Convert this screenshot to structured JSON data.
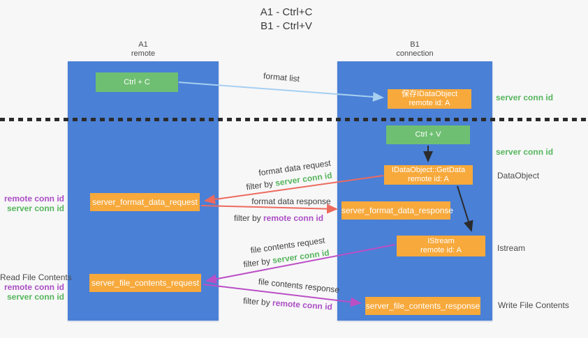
{
  "title": {
    "line1": "A1 - Ctrl+C",
    "line2": "B1 - Ctrl+V"
  },
  "lanes": {
    "a1": {
      "name": "A1",
      "subtitle": "remote"
    },
    "b1": {
      "name": "B1",
      "subtitle": "connection"
    }
  },
  "nodes": {
    "ctrl_c": {
      "label": "Ctrl + C"
    },
    "ctrl_v": {
      "label": "Ctrl + V"
    },
    "save_idataobject": {
      "line1": "保存IDataObject",
      "line2": "remote id: A"
    },
    "getdata": {
      "line1": "IDataObject::GetData",
      "line2": "remote id: A"
    },
    "istream": {
      "line1": "IStream",
      "line2": "remote id: A"
    },
    "format_request": {
      "label": "server_format_data_request"
    },
    "format_response": {
      "label": "server_format_data_response"
    },
    "file_request": {
      "label": "server_file_contents_request"
    },
    "file_response": {
      "label": "server_file_contents_response"
    }
  },
  "side_labels": {
    "server_conn_id_top": "server conn id",
    "server_conn_id_mid": "server conn id",
    "dataobject": "DataObject",
    "istream": "Istream",
    "write_file_contents": "Write File Contents",
    "read_file_contents": "Read File Contents",
    "remote_conn_id_1": "remote conn id",
    "server_conn_id_1": "server conn id",
    "remote_conn_id_2": "remote conn id",
    "server_conn_id_2": "server conn id"
  },
  "arrow_labels": {
    "format_list": "format list",
    "format_data_request": "format data request",
    "format_data_response": "format data response",
    "file_contents_request": "file contents request",
    "file_contents_response": "file contents response",
    "filter_by": "filter by",
    "server_conn_id": "server conn id",
    "remote_conn_id": "remote conn id"
  },
  "colors": {
    "lane_blue": "#4a80d6",
    "node_green": "#6fbf72",
    "node_orange": "#f7a93c",
    "label_green": "#56b55c",
    "label_purple": "#ab4ec4",
    "arrow_red": "#ed6a5e",
    "arrow_magenta": "#bb4fc5",
    "arrow_light_blue": "#a6cff0",
    "arrow_black": "#2b2b2b"
  }
}
